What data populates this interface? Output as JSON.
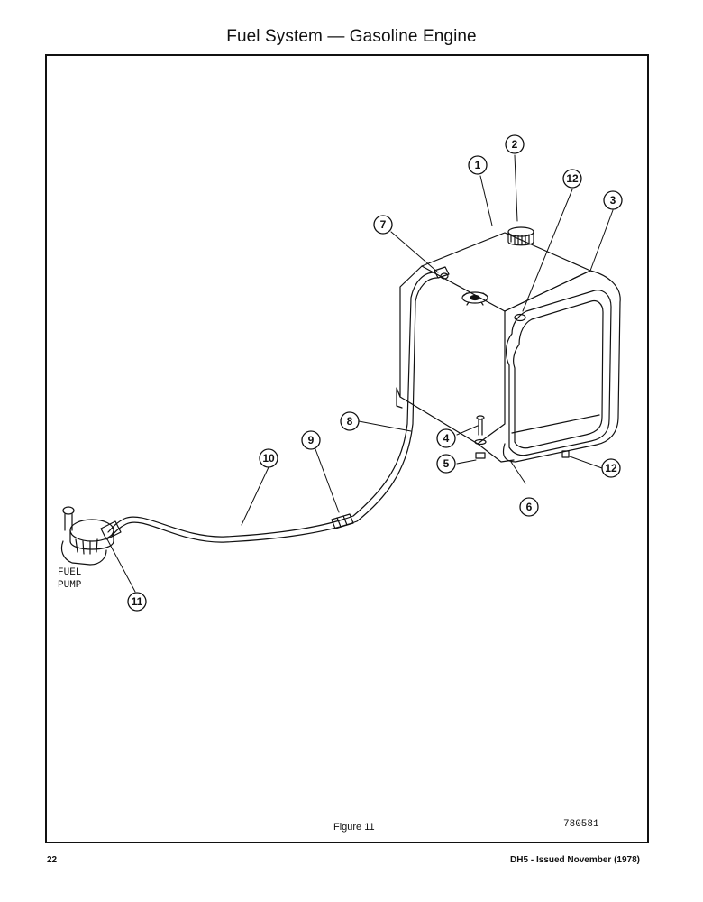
{
  "header": {
    "title": "Fuel System — Gasoline Engine"
  },
  "figure": {
    "caption": "Figure 11",
    "drawing_number": "780581",
    "callouts": [
      {
        "id": "c1",
        "label": "1"
      },
      {
        "id": "c2",
        "label": "2"
      },
      {
        "id": "c3",
        "label": "3"
      },
      {
        "id": "c4",
        "label": "4"
      },
      {
        "id": "c5",
        "label": "5"
      },
      {
        "id": "c6",
        "label": "6"
      },
      {
        "id": "c7",
        "label": "7"
      },
      {
        "id": "c8",
        "label": "8"
      },
      {
        "id": "c9",
        "label": "9"
      },
      {
        "id": "c10",
        "label": "10"
      },
      {
        "id": "c11",
        "label": "11"
      },
      {
        "id": "c12a",
        "label": "12"
      },
      {
        "id": "c12b",
        "label": "12"
      }
    ],
    "pump_label": {
      "line1": "FUEL",
      "line2": "PUMP"
    }
  },
  "footer": {
    "page_number": "22",
    "issue_note": "DH5 - Issued November (1978)"
  }
}
